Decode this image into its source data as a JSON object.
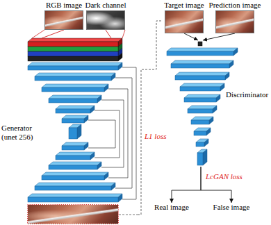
{
  "diagram": {
    "nodes": [
      {
        "text": [
          "RGB image"
        ]
      },
      {
        "text": [
          "Dark channel"
        ]
      },
      {
        "text": [
          "Generator (unet 256)"
        ]
      },
      {
        "text": [
          "Target image"
        ]
      },
      {
        "text": [
          "Prediction image"
        ]
      },
      {
        "text": [
          "Discriminator"
        ]
      },
      {
        "text": [
          "Real image"
        ]
      },
      {
        "text": [
          "False image"
        ]
      }
    ],
    "edges": [
      {
        "from": 0,
        "to": 2,
        "arrow": "none"
      },
      {
        "from": 1,
        "to": 2,
        "arrow": "none"
      },
      {
        "from": 2,
        "to": 3,
        "label": "L1 loss",
        "arrow": "none"
      },
      {
        "from": 3,
        "to": 5,
        "arrow": "to"
      },
      {
        "from": 4,
        "to": 5,
        "arrow": "to"
      },
      {
        "from": 5,
        "to": 6,
        "arrow": "to"
      },
      {
        "from": 5,
        "to": 7,
        "arrow": "to"
      }
    ],
    "labels": [
      "LcGAN loss"
    ]
  }
}
